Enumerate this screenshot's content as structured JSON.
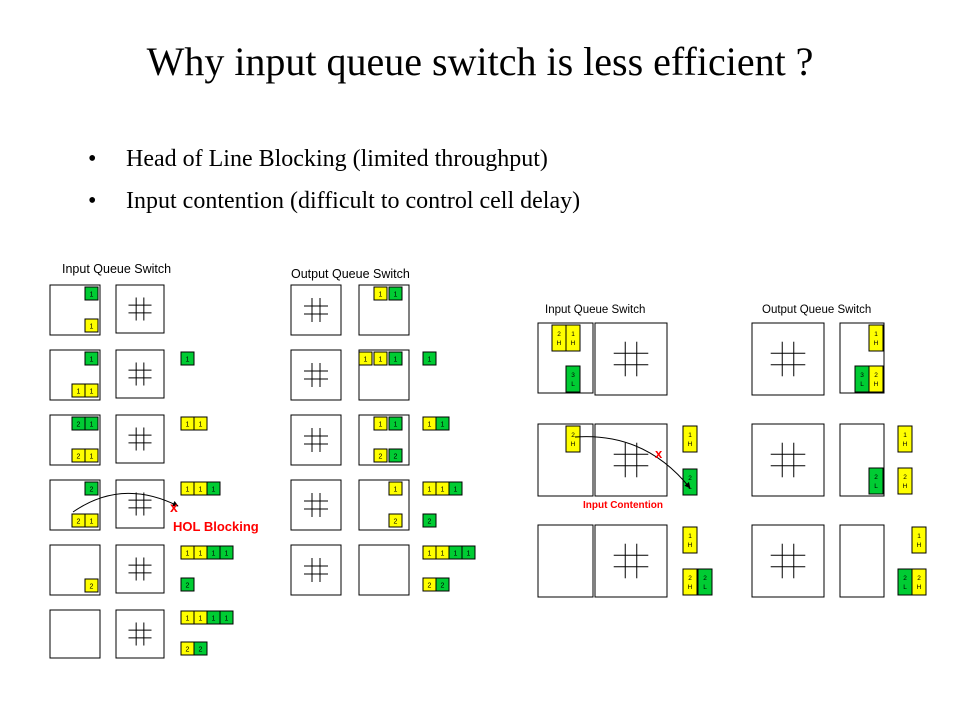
{
  "title": "Why input queue switch is less efficient ?",
  "bullets": [
    "Head of Line Blocking (limited throughput)",
    "Input contention (difficult to control cell delay)"
  ],
  "colors": {
    "yellow": "#ffff00",
    "green": "#00cc33",
    "annotation": "#ff0000"
  },
  "panels": {
    "hol_input": {
      "label": "Input Queue Switch"
    },
    "hol_output": {
      "label": "Output Queue Switch"
    },
    "ic_input": {
      "label": "Input Queue Switch"
    },
    "ic_output": {
      "label": "Output Queue Switch"
    }
  },
  "annotations": {
    "hol_blocking": "HOL Blocking",
    "input_contention": "Input Contention",
    "block_mark": "x"
  },
  "cells": {
    "one": "1",
    "two": "2",
    "one_h": "1\nH",
    "two_h": "2\nH",
    "two_l": "2\nL",
    "three_l": "3\nL"
  }
}
